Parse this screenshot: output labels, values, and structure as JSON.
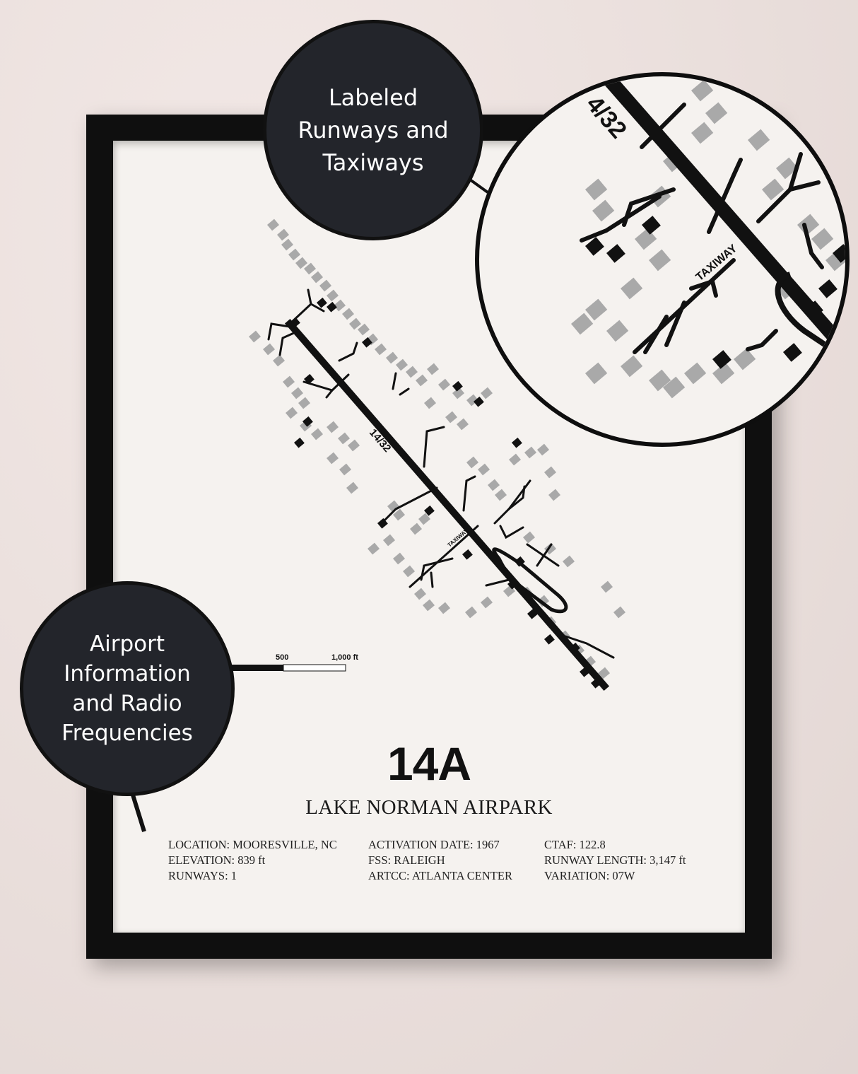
{
  "callouts": {
    "runways_callout": [
      "Labeled",
      "Runways and",
      "Taxiways"
    ],
    "info_callout": [
      "Airport",
      "Information",
      "and Radio",
      "Frequencies"
    ]
  },
  "map": {
    "runway_label": "14/32",
    "taxiway_label": "TAXIWAY",
    "zoom_runway_label": "4/32",
    "zoom_taxiway_label": "TAXIWAY",
    "scale": {
      "mid_label": "500",
      "end_label": "1,000 ft"
    }
  },
  "poster": {
    "code": "14A",
    "name": "LAKE NORMAN AIRPARK",
    "info": {
      "col1": [
        "LOCATION: MOORESVILLE, NC",
        "ELEVATION: 839 ft",
        "RUNWAYS: 1"
      ],
      "col2": [
        "ACTIVATION DATE: 1967",
        "FSS: RALEIGH",
        "ARTCC: ATLANTA CENTER"
      ],
      "col3": [
        "CTAF: 122.8",
        "RUNWAY LENGTH: 3,147 ft",
        "VARIATION: 07W"
      ]
    }
  },
  "colors": {
    "frame": "#0f0f0f",
    "mat": "#f5f2ef",
    "bubble": "#23252b",
    "building_gray": "#a9a9a9",
    "ink": "#111111"
  }
}
